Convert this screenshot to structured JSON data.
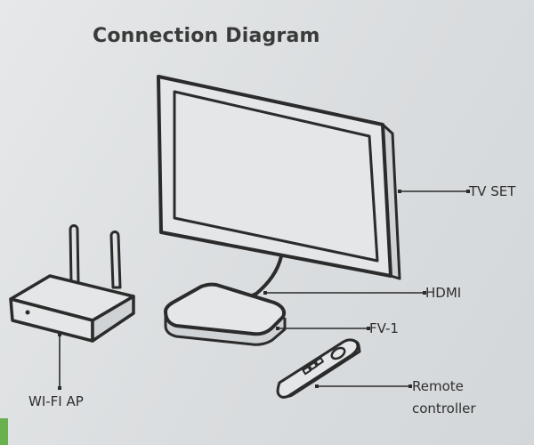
{
  "title": "Connection Diagram",
  "labels": {
    "tv_set": "TV SET",
    "hdmi": "HDMI",
    "fv1": "FV-1",
    "remote_line1": "Remote",
    "remote_line2": "controller",
    "wifi_ap": "WI-FI AP"
  },
  "colors": {
    "background": "#dfe2e3",
    "line": "#2b2b2b",
    "accent_strip": "#69b14d"
  },
  "icons": [
    "tv-set-icon",
    "hdmi-cable-icon",
    "fv1-box-icon",
    "remote-controller-icon",
    "wifi-router-icon"
  ]
}
